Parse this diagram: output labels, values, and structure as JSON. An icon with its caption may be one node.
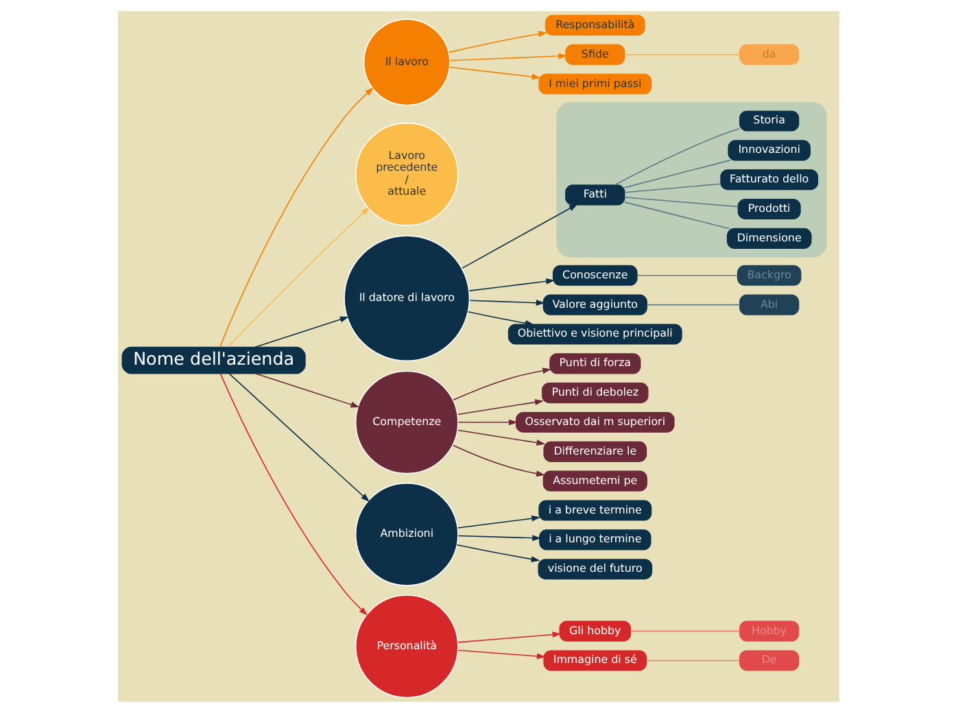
{
  "diagram": {
    "nodes": [
      {
        "text": [
          "Nome dell'azienda"
        ]
      },
      {
        "text": [
          "Il lavoro"
        ]
      },
      {
        "text": [
          "Responsabilità"
        ]
      },
      {
        "text": [
          "Sfide"
        ]
      },
      {
        "text": [
          "da"
        ]
      },
      {
        "text": [
          "I miei primi passi"
        ]
      },
      {
        "text": [
          "Lavoro precedente / attuale"
        ]
      },
      {
        "text": [
          "Il datore di lavoro"
        ]
      },
      {
        "text": [
          "Conoscenze"
        ]
      },
      {
        "text": [
          "Backgro"
        ]
      },
      {
        "text": [
          "Valore aggiunto"
        ]
      },
      {
        "text": [
          "Abi"
        ]
      },
      {
        "text": [],
        "shape": "band"
      },
      {
        "text": [
          "Fatti"
        ],
        "in": 12
      },
      {
        "text": [
          "Dimensione"
        ],
        "in": 12
      },
      {
        "text": [
          "Prodotti"
        ],
        "in": 12
      },
      {
        "text": [
          "Fatturato dello"
        ],
        "in": 12
      },
      {
        "text": [
          "Innovazioni"
        ],
        "in": 12
      },
      {
        "text": [
          "Storia"
        ],
        "in": 12
      },
      {
        "text": [
          "Obiettivo e visione principali"
        ]
      },
      {
        "text": [
          "Competenze"
        ]
      },
      {
        "text": [
          "Punti di forza"
        ]
      },
      {
        "text": [
          "Punti di debolez"
        ]
      },
      {
        "text": [
          "Osservato dai m superiori"
        ]
      },
      {
        "text": [
          "Differenziare le"
        ]
      },
      {
        "text": [
          "Assumetemi pe"
        ]
      },
      {
        "text": [
          "Ambizioni"
        ]
      },
      {
        "text": [
          "i a breve termine"
        ]
      },
      {
        "text": [
          "i a lungo termine"
        ]
      },
      {
        "text": [
          "visione del futuro"
        ]
      },
      {
        "text": [
          "Personalità"
        ]
      },
      {
        "text": [
          "Gli hobby"
        ]
      },
      {
        "text": [
          "Hobby"
        ]
      },
      {
        "text": [
          "Immagine di sé"
        ]
      },
      {
        "text": [
          "De"
        ]
      }
    ],
    "edges": [
      {
        "from": 0,
        "to": 1,
        "arrow": "to",
        "color": "#f57f00"
      },
      {
        "from": 0,
        "to": 6,
        "arrow": "to",
        "color": "#fbbc4a"
      },
      {
        "from": 0,
        "to": 7,
        "arrow": "to"
      },
      {
        "from": 0,
        "to": 20,
        "arrow": "to",
        "color": "#6b2a3a"
      },
      {
        "from": 0,
        "to": 26,
        "arrow": "to"
      },
      {
        "from": 0,
        "to": 30,
        "arrow": "to",
        "color": "#d62828"
      },
      {
        "from": 1,
        "to": 2,
        "arrow": "to",
        "color": "#f57f00"
      },
      {
        "from": 1,
        "to": 3,
        "arrow": "to",
        "color": "#f57f00"
      },
      {
        "from": 1,
        "to": 5,
        "arrow": "to",
        "color": "#f57f00"
      },
      {
        "from": 3,
        "to": 4,
        "arrow": "none",
        "color": "#f9a64d"
      },
      {
        "from": 7,
        "to": 8,
        "arrow": "to"
      },
      {
        "from": 7,
        "to": 10,
        "arrow": "to"
      },
      {
        "from": 7,
        "to": 13,
        "arrow": "to"
      },
      {
        "from": 7,
        "to": 19,
        "arrow": "to"
      },
      {
        "from": 8,
        "to": 9,
        "arrow": "none",
        "color": "#5f7a88"
      },
      {
        "from": 10,
        "to": 11,
        "arrow": "none",
        "color": "#5f7a88"
      },
      {
        "from": 13,
        "to": 14,
        "arrow": "none",
        "color": "#5f7a88"
      },
      {
        "from": 13,
        "to": 15,
        "arrow": "none",
        "color": "#5f7a88"
      },
      {
        "from": 13,
        "to": 16,
        "arrow": "none",
        "color": "#5f7a88"
      },
      {
        "from": 13,
        "to": 17,
        "arrow": "none",
        "color": "#5f7a88"
      },
      {
        "from": 13,
        "to": 18,
        "arrow": "none",
        "color": "#5f7a88"
      },
      {
        "from": 20,
        "to": 21,
        "arrow": "to",
        "color": "#6b2a3a"
      },
      {
        "from": 20,
        "to": 22,
        "arrow": "to",
        "color": "#6b2a3a"
      },
      {
        "from": 20,
        "to": 23,
        "arrow": "to",
        "color": "#6b2a3a"
      },
      {
        "from": 20,
        "to": 24,
        "arrow": "to",
        "color": "#6b2a3a"
      },
      {
        "from": 20,
        "to": 25,
        "arrow": "to",
        "color": "#6b2a3a"
      },
      {
        "from": 26,
        "to": 27,
        "arrow": "to"
      },
      {
        "from": 26,
        "to": 28,
        "arrow": "to"
      },
      {
        "from": 26,
        "to": 29,
        "arrow": "to"
      },
      {
        "from": 30,
        "to": 31,
        "arrow": "to",
        "color": "#d62828"
      },
      {
        "from": 30,
        "to": 33,
        "arrow": "to",
        "color": "#d62828"
      },
      {
        "from": 31,
        "to": 32,
        "arrow": "none",
        "color": "#e8787a"
      },
      {
        "from": 33,
        "to": 34,
        "arrow": "none",
        "color": "#e8787a"
      }
    ]
  }
}
